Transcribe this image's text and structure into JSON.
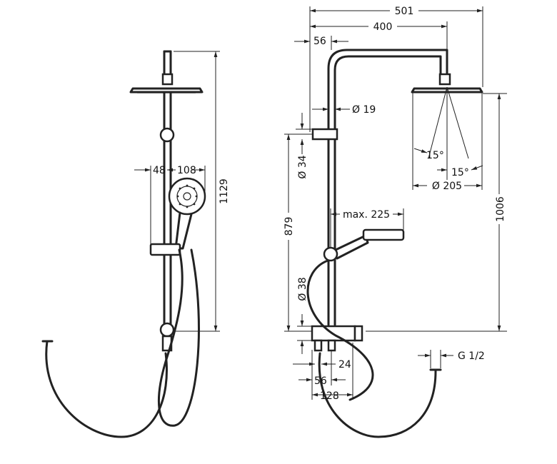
{
  "left_view": {
    "height_1129": "1129",
    "dim_48": "48",
    "dim_108": "108"
  },
  "right_view": {
    "width_501": "501",
    "width_400": "400",
    "dim_56_top": "56",
    "dia_19": "Ø 19",
    "dia_34": "Ø 34",
    "height_879": "879",
    "max_225": "max. 225",
    "height_1006": "1006",
    "angle_15_left": "15°",
    "angle_15_right": "15°",
    "dia_205": "Ø 205",
    "dia_38": "Ø 38",
    "dim_24": "24",
    "dim_56_bottom": "56",
    "dim_128": "128",
    "thread_g12": "G 1/2"
  }
}
